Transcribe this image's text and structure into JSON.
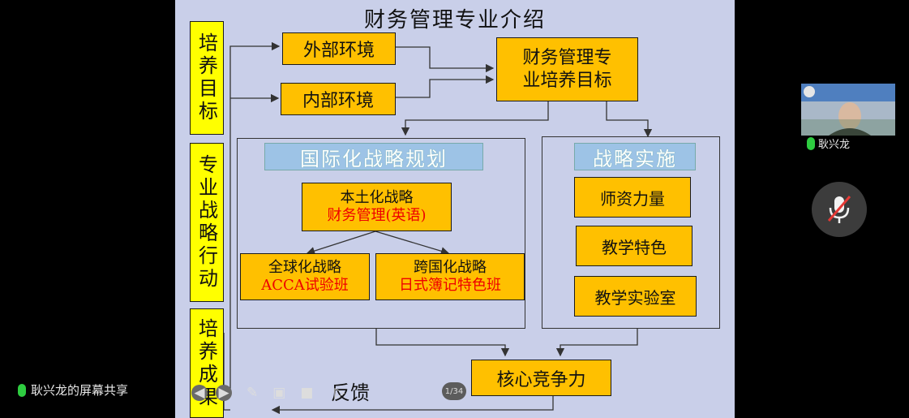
{
  "slide": {
    "title": "财务管理专业介绍",
    "left_labels": {
      "goal": "培养目标",
      "action": "专业战略行动",
      "result": "培养成果"
    },
    "external_env": "外部环境",
    "internal_env": "内部环境",
    "target_line1": "财务管理专",
    "target_line2": "业培养目标",
    "intl_panel_title": "国际化战略规划",
    "local_strategy_line1": "本土化战略",
    "local_strategy_line2": "财务管理(英语)",
    "global_strategy_line1": "全球化战略",
    "global_strategy_line2": "ACCA试验班",
    "cross_strategy_line1": "跨国化战略",
    "cross_strategy_line2": "日式簿记特色班",
    "impl_panel_title": "战略实施",
    "impl_items": [
      "师资力量",
      "教学特色",
      "教学实验室"
    ],
    "core": "核心竞争力",
    "feedback": "反馈"
  },
  "overlay": {
    "screen_share_label": "耿兴龙的屏幕共享",
    "page_indicator": "1/34",
    "participant_name": "耿兴龙",
    "colors": {
      "mic_active": "#2ecc40",
      "mic_muted": "#e53935"
    }
  }
}
